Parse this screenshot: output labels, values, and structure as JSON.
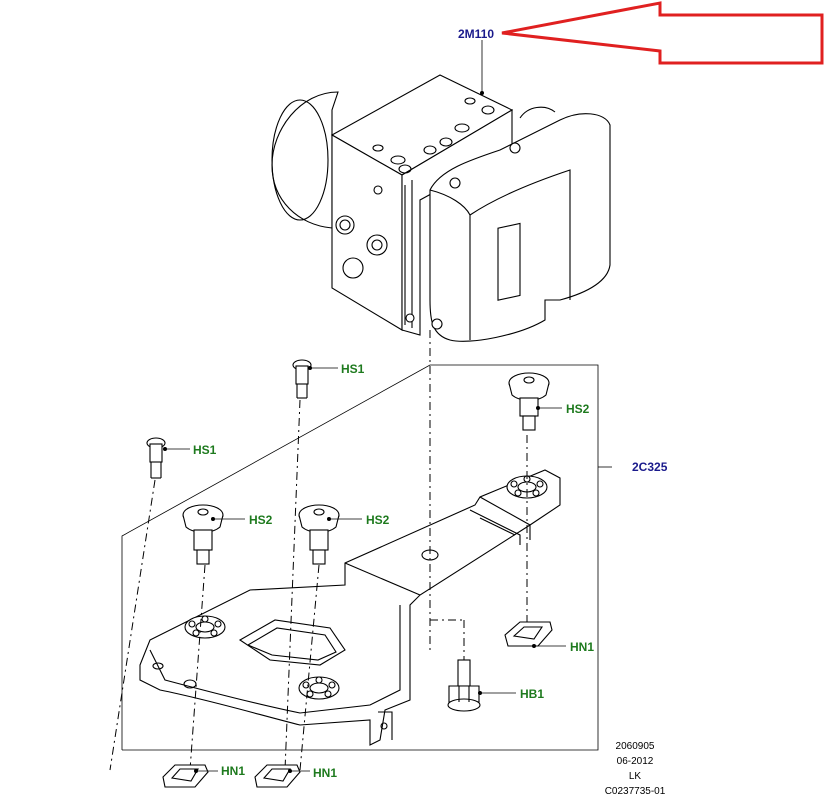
{
  "labels": {
    "abs_module": "2M110",
    "bracket": "2C325",
    "screw_hs1_a": "HS1",
    "screw_hs1_b": "HS1",
    "stud_hs2_a": "HS2",
    "stud_hs2_b": "HS2",
    "stud_hs2_c": "HS2",
    "clip_hn1_a": "HN1",
    "clip_hn1_b": "HN1",
    "clip_hn1_c": "HN1",
    "bolt_hb1": "HB1"
  },
  "footer": {
    "number": "2060905",
    "date": "06-2012",
    "initials": "LK",
    "code": "C0237735-01"
  },
  "colors": {
    "callout_blue": "#1a1a8c",
    "callout_green": "#1e7a1e",
    "arrow_red": "#e02020",
    "line": "#000000"
  }
}
